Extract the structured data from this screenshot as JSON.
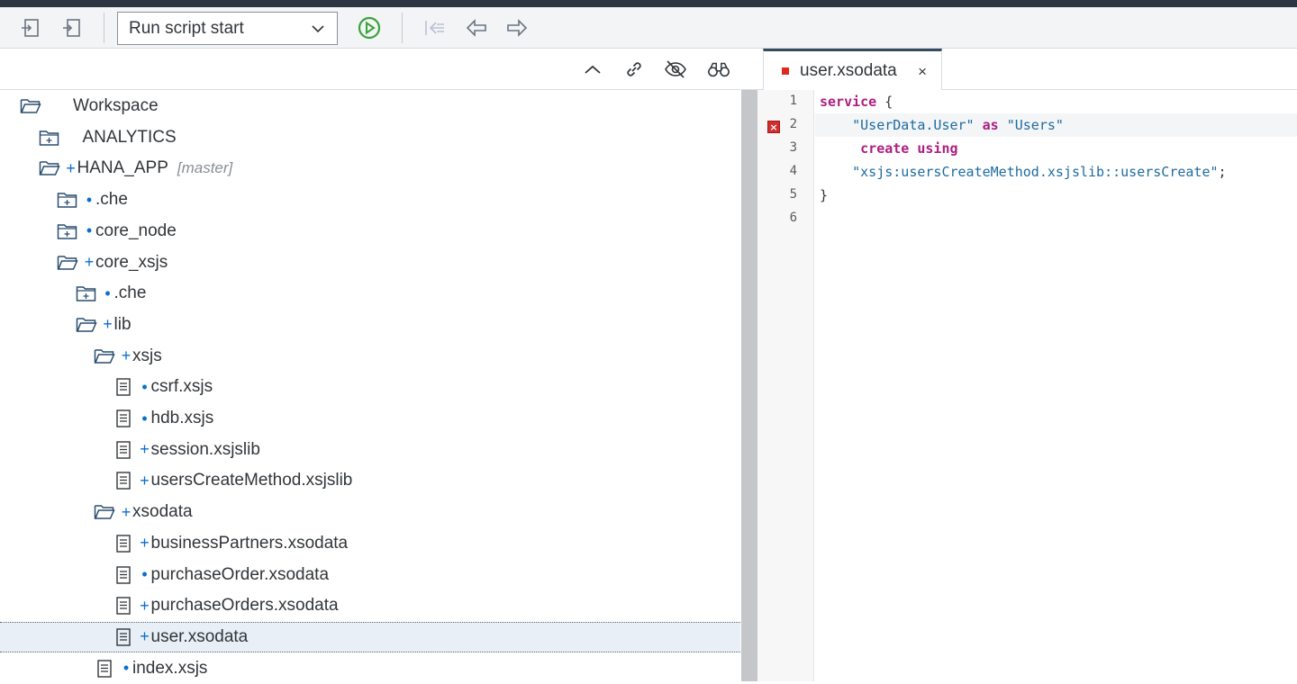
{
  "toolbar": {
    "run_select_value": "Run script start",
    "icons": [
      "import-icon",
      "export-icon",
      "run-icon",
      "step-back-all-icon",
      "back-icon",
      "forward-icon"
    ],
    "accent_run": "#3aa33a"
  },
  "tree_toolbar": {
    "icons": [
      "collapse-icon",
      "link-icon",
      "hide-icon",
      "binoculars-icon"
    ]
  },
  "tree": {
    "rows": [
      {
        "label": "Workspace",
        "mark": "",
        "type": "folder-open"
      },
      {
        "label": "ANALYTICS",
        "mark": "",
        "type": "folder-closed"
      },
      {
        "label": "HANA_APP",
        "mark": "+",
        "type": "folder-open",
        "branch": "[master]"
      },
      {
        "label": ".che",
        "mark": "•",
        "type": "folder-closed"
      },
      {
        "label": "core_node",
        "mark": "•",
        "type": "folder-closed"
      },
      {
        "label": "core_xsjs",
        "mark": "+",
        "type": "folder-open"
      },
      {
        "label": ".che",
        "mark": "•",
        "type": "folder-closed"
      },
      {
        "label": "lib",
        "mark": "+",
        "type": "folder-open"
      },
      {
        "label": "xsjs",
        "mark": "+",
        "type": "folder-open"
      },
      {
        "label": "csrf.xsjs",
        "mark": "•",
        "type": "file"
      },
      {
        "label": "hdb.xsjs",
        "mark": "•",
        "type": "file"
      },
      {
        "label": "session.xsjslib",
        "mark": "+",
        "type": "file"
      },
      {
        "label": "usersCreateMethod.xsjslib",
        "mark": "+",
        "type": "file"
      },
      {
        "label": "xsodata",
        "mark": "+",
        "type": "folder-open"
      },
      {
        "label": "businessPartners.xsodata",
        "mark": "+",
        "type": "file"
      },
      {
        "label": "purchaseOrder.xsodata",
        "mark": "•",
        "type": "file"
      },
      {
        "label": "purchaseOrders.xsodata",
        "mark": "+",
        "type": "file"
      },
      {
        "label": "user.xsodata",
        "mark": "+",
        "type": "file",
        "selected": true
      },
      {
        "label": "index.xsjs",
        "mark": "•",
        "type": "file"
      }
    ]
  },
  "editor": {
    "tab_label": "user.xsodata",
    "tab_close": "×",
    "line_numbers": [
      "1",
      "2",
      "3",
      "4",
      "5",
      "6"
    ],
    "error_line": "2",
    "lines": [
      {
        "kw1": "service",
        "rest": " {"
      },
      {
        "indent": "    ",
        "s1": "\"UserData.User\"",
        "mid": " ",
        "kw": "as",
        "mid2": " ",
        "s2": "\"Users\""
      },
      {
        "indent": "     ",
        "kw": "create using"
      },
      {
        "indent": "    ",
        "s1": "\"xsjs:usersCreateMethod.xsjslib::usersCreate\"",
        "rest": ";"
      },
      {
        "rest": "}"
      },
      {
        "rest": ""
      }
    ]
  }
}
